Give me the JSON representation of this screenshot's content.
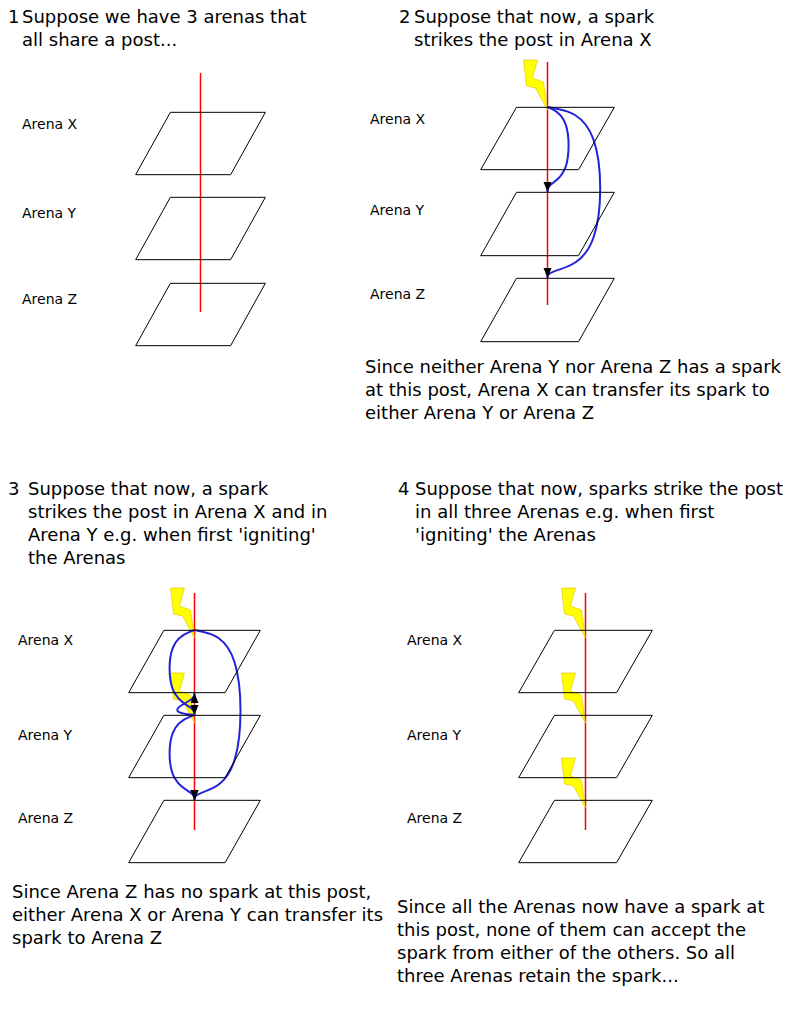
{
  "diagram": {
    "nodes": [
      {
        "text": [
          "Arena X"
        ]
      },
      {
        "text": [
          "Arena Y"
        ]
      },
      {
        "text": [
          "Arena Z"
        ]
      },
      {
        "text": [
          "Arena X"
        ]
      },
      {
        "text": [
          "Arena Y"
        ]
      },
      {
        "text": [
          "Arena Z"
        ]
      },
      {
        "text": [
          "Arena X"
        ]
      },
      {
        "text": [
          "Arena Y"
        ]
      },
      {
        "text": [
          "Arena Z"
        ]
      },
      {
        "text": [
          "Arena X"
        ]
      },
      {
        "text": [
          "Arena Y"
        ]
      },
      {
        "text": [
          "Arena Z"
        ]
      }
    ],
    "edges": [
      {
        "from": 3,
        "to": 4,
        "arrow": "to"
      },
      {
        "from": 3,
        "to": 5,
        "arrow": "to"
      },
      {
        "from": 6,
        "to": 7,
        "arrow": "to"
      },
      {
        "from": 7,
        "to": 6,
        "arrow": "to"
      },
      {
        "from": 6,
        "to": 8,
        "arrow": "to"
      },
      {
        "from": 7,
        "to": 8,
        "arrow": "to"
      }
    ],
    "labels": [
      "1",
      "Suppose we have 3 arenas that all share a post...",
      "2",
      "Suppose that now, a spark strikes the post in Arena X",
      "Since neither Arena Y nor Arena Z has a spark at this post, Arena X can transfer its spark to either Arena Y or Arena Z",
      "3",
      "Suppose that now, a spark strikes the post in Arena X and in Arena Y e.g. when first 'igniting' the Arenas",
      "Since Arena Z has no spark at this post, either Arena X or Arena Y can transfer its spark to Arena Z",
      "4",
      "Suppose that now, sparks strike the post in all three Arenas e.g. when first 'igniting' the Arenas",
      "Since all the Arenas now have a spark at this post, none of them can accept the spark from either of the others. So all three Arenas retain the spark..."
    ]
  }
}
